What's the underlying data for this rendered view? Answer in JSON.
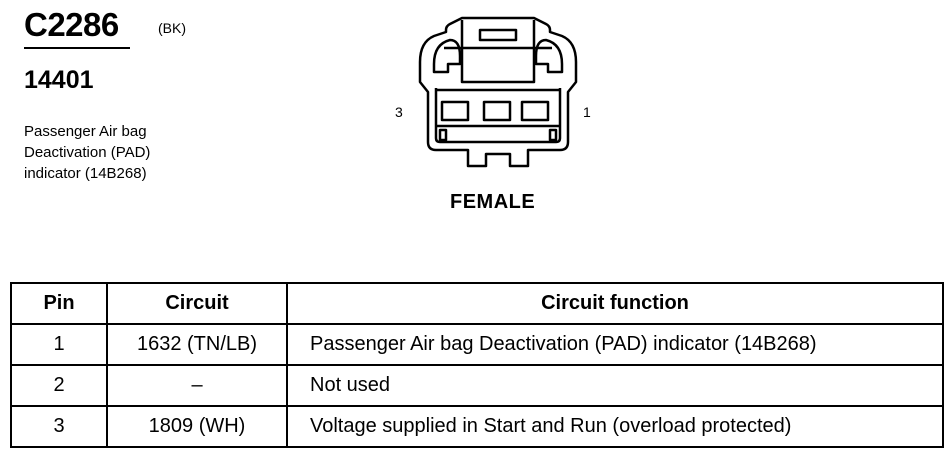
{
  "connector": {
    "id": "C2286",
    "color_code": "(BK)",
    "part_number": "14401",
    "description": "Passenger Air bag\nDeactivation (PAD)\nindicator (14B268)"
  },
  "diagram": {
    "pin_left": "3",
    "pin_right": "1",
    "gender": "FEMALE"
  },
  "table": {
    "headers": [
      "Pin",
      "Circuit",
      "Circuit function"
    ],
    "rows": [
      {
        "pin": "1",
        "circuit": "1632 (TN/LB)",
        "function": "Passenger Air bag Deactivation (PAD) indicator (14B268)"
      },
      {
        "pin": "2",
        "circuit": "–",
        "function": "Not used"
      },
      {
        "pin": "3",
        "circuit": "1809 (WH)",
        "function": "Voltage supplied in Start and Run (overload protected)"
      }
    ]
  }
}
